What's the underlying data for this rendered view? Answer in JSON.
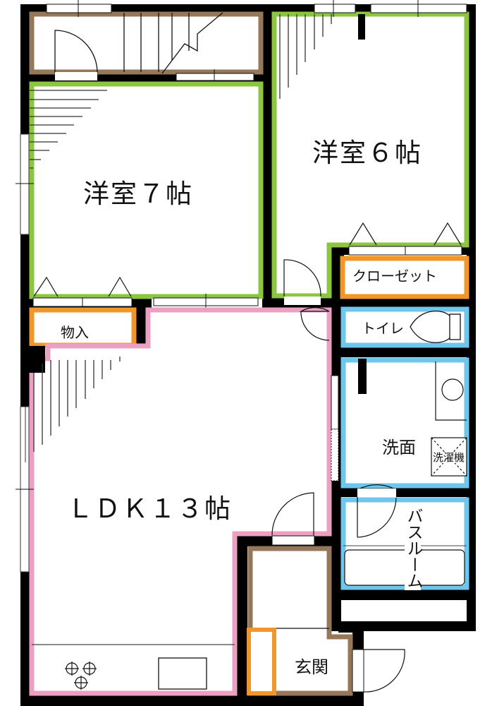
{
  "floor_plan": {
    "rooms": [
      {
        "id": "western7",
        "label": "洋室７帖",
        "type": "western-room",
        "size_jo": 7
      },
      {
        "id": "western6",
        "label": "洋室６帖",
        "type": "western-room",
        "size_jo": 6
      },
      {
        "id": "ldk",
        "label": "ＬＤＫ１３帖",
        "type": "living-dining-kitchen",
        "size_jo": 13
      },
      {
        "id": "closet",
        "label": "クローゼット",
        "type": "closet"
      },
      {
        "id": "storage",
        "label": "物入",
        "type": "storage"
      },
      {
        "id": "toilet",
        "label": "トイレ",
        "type": "toilet"
      },
      {
        "id": "washroom",
        "label": "洗面",
        "type": "washroom"
      },
      {
        "id": "bathroom",
        "label": "バスルーム",
        "type": "bathroom"
      },
      {
        "id": "entrance",
        "label": "玄関",
        "type": "entrance"
      }
    ],
    "fixtures": {
      "washing_machine": "洗濯機",
      "stove": "3-burner-stove",
      "sink": "kitchen-sink",
      "bathtub": "bathtub",
      "toilet_bowl": "toilet-bowl",
      "wash_basin": "wash-basin",
      "stairs": "staircase"
    },
    "colors": {
      "wall": "#000000",
      "western_room_border": "#8cc540",
      "ldk_border": "#eba0c2",
      "closet_border": "#f0962a",
      "wet_area_border": "#6ec6ec",
      "stair_entrance_border": "#95785a"
    }
  }
}
